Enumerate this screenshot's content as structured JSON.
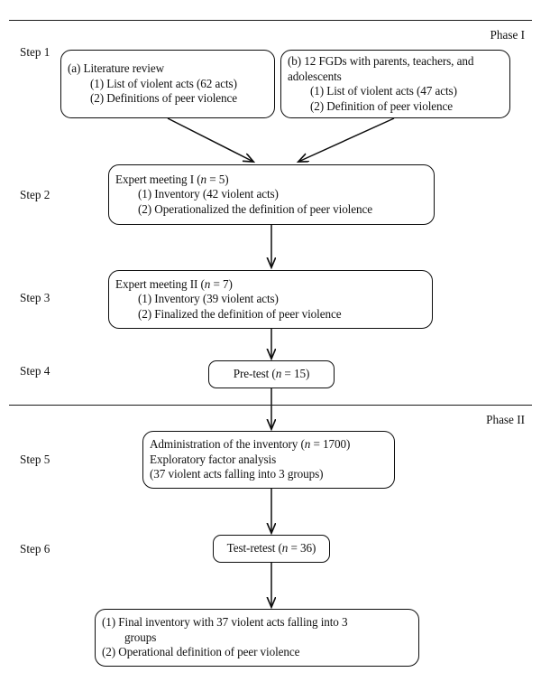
{
  "figure": {
    "type": "flowchart",
    "orientation": "top-to-bottom",
    "phases": [
      {
        "id": "phase-1",
        "label": "Phase I"
      },
      {
        "id": "phase-2",
        "label": "Phase II"
      }
    ],
    "steps": [
      {
        "id": "step-1",
        "label": "Step 1"
      },
      {
        "id": "step-2",
        "label": "Step 2"
      },
      {
        "id": "step-3",
        "label": "Step 3"
      },
      {
        "id": "step-4",
        "label": "Step 4"
      },
      {
        "id": "step-5",
        "label": "Step 5"
      },
      {
        "id": "step-6",
        "label": "Step 6"
      }
    ],
    "nodes": {
      "literature_review": {
        "lines": [
          "(a) Literature review",
          "(1) List of violent acts (62 acts)",
          "(2) Definitions of peer violence"
        ]
      },
      "fgds": {
        "lines": [
          "(b) 12 FGDs with parents, teachers, and",
          "adolescents",
          "(1) List of violent acts (47 acts)",
          "(2) Definition of peer violence"
        ]
      },
      "expert_meeting_1": {
        "lines": [
          "Expert meeting I (n = 5)",
          "(1) Inventory (42 violent acts)",
          "(2) Operationalized the definition of peer violence"
        ],
        "heading_prefix": "Expert meeting I (",
        "heading_italic": "n",
        "heading_suffix": " = 5)"
      },
      "expert_meeting_2": {
        "lines": [
          "Expert meeting II (n = 7)",
          "(1) Inventory (39 violent acts)",
          "(2) Finalized the definition of peer violence"
        ],
        "heading_prefix": "Expert meeting II (",
        "heading_italic": "n",
        "heading_suffix": " = 7)"
      },
      "pre_test": {
        "lines": [
          "Pre-test (n = 15)"
        ],
        "heading_prefix": "Pre-test (",
        "heading_italic": "n",
        "heading_suffix": " = 15)"
      },
      "administration": {
        "lines": [
          "Administration of the inventory (n = 1700)",
          "Exploratory factor analysis",
          "(37 violent acts falling into 3 groups)"
        ],
        "heading_prefix": "Administration of the inventory (",
        "heading_italic": "n",
        "heading_suffix": " = 1700)"
      },
      "test_retest": {
        "lines": [
          "Test-retest (n = 36)"
        ],
        "heading_prefix": "Test-retest (",
        "heading_italic": "n",
        "heading_suffix": " = 36)"
      },
      "final_inventory": {
        "lines": [
          "(1) Final inventory with 37 violent acts falling into 3",
          "groups",
          "(2) Operational definition of peer violence"
        ]
      }
    },
    "colors": {
      "stroke": "#0d0d0d",
      "background": "#ffffff",
      "text": "#111111"
    }
  }
}
